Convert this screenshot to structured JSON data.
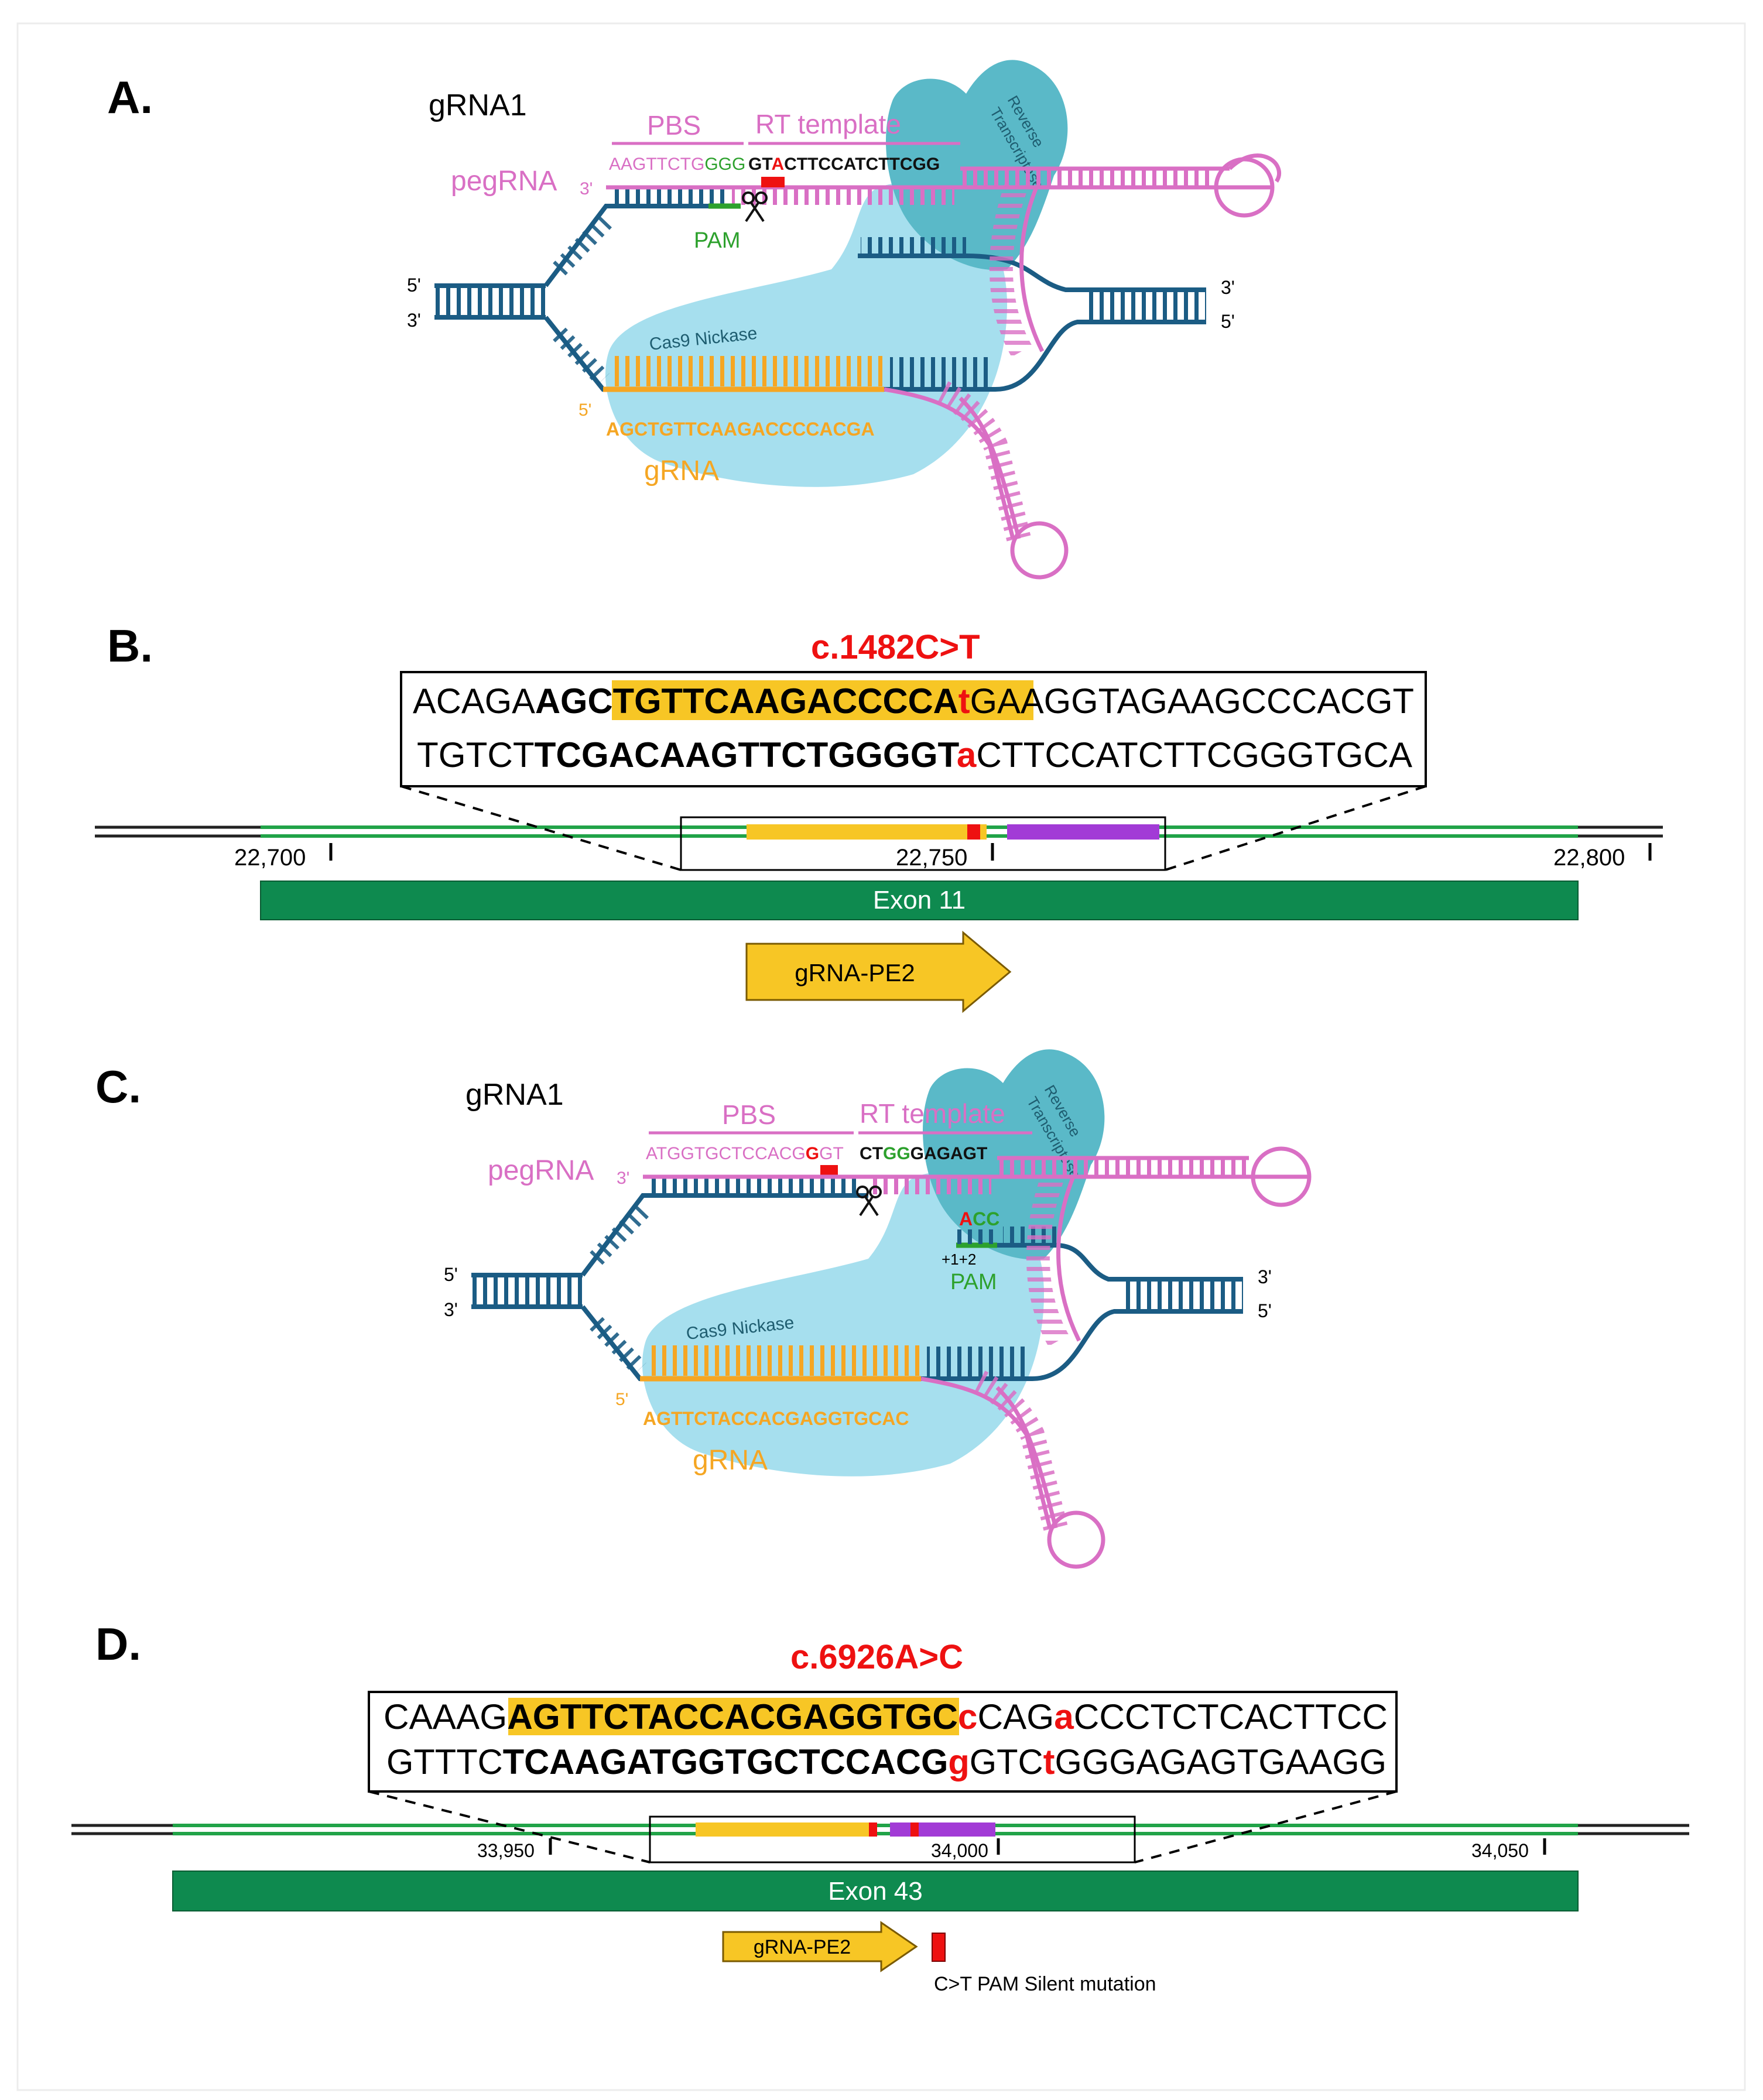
{
  "colors": {
    "dna": "#1b5c84",
    "peg": "#d96fc4",
    "cas": "#a6dfee",
    "rt": "#5ab9c8",
    "grna": "#f5a623",
    "pam": "#2da12d",
    "red": "#ee1111",
    "exon": "#0e8a4f",
    "yellow": "#f7c625",
    "purple": "#a23bd6"
  },
  "panel_a": {
    "panel_label": "A.",
    "guide_name": "gRNA1",
    "pbs_label": "PBS",
    "rt_template_label": "RT template",
    "pbs_seq": "AAGTTCTG",
    "pbs_seq_green": "GGG",
    "rt_seq_1": "GT",
    "rt_seq_red": "A",
    "rt_seq_2": "CTTCCATCTTCGG",
    "pegrna_label": "pegRNA",
    "three_prime": "3'",
    "five_prime": "5'",
    "pam_label": "PAM",
    "cas9_label": "Cas9 Nickase",
    "rt_label_1": "Reverse",
    "rt_label_2": "Transcriptase",
    "grna_seq": "AGCTGTTCAAGACCCCACGA",
    "grna_label": "gRNA"
  },
  "panel_b": {
    "panel_label": "B.",
    "mutation": "c.1482C>T",
    "top_pre": "ACAGA",
    "top_bold": "AGC",
    "top_hl": "TGTTCAAGACCCCA",
    "top_red": "t",
    "top_hl2": "GA",
    "top_post": "AGGTAGAAGCCCACGT",
    "bot_pre": "TGTCT",
    "bot_bold": "TCGACAAGTTCTGGGGT",
    "bot_red": "a",
    "bot_post": "CTTCCATCTTCGGGTGCA",
    "tick_1": "22,700",
    "tick_2": "22,750",
    "tick_3": "22,800",
    "exon_label": "Exon 11",
    "grna_arrow_label": "gRNA-PE2"
  },
  "panel_c": {
    "panel_label": "C.",
    "guide_name": "gRNA1",
    "pbs_label": "PBS",
    "rt_template_label": "RT template",
    "pbs_seq_1": "ATGGTGCTCCACG",
    "pbs_seq_red": "G",
    "pbs_seq_2": "GT",
    "rt_seq_1": "CT",
    "rt_seq_green": "GG",
    "rt_seq_2": "GAGAGT",
    "pegrna_label": "pegRNA",
    "three_prime": "3'",
    "five_prime": "5'",
    "pam_red": "A",
    "pam_green": "CC",
    "pam_pos": "+1+2",
    "pam_label": "PAM",
    "cas9_label": "Cas9 Nickase",
    "rt_label_1": "Reverse",
    "rt_label_2": "Transcriptase",
    "grna_seq": "AGTTCTACCACGAGGTGCAC",
    "grna_label": "gRNA"
  },
  "panel_d": {
    "panel_label": "D.",
    "mutation": "c.6926A>C",
    "top_pre": "CAAAG",
    "top_hl": "AGTTCTACCACGAGGTGC",
    "top_red1": "c",
    "top_mid": "CAG",
    "top_red2": "a",
    "top_post": "CCCTCTCACTTCC",
    "bot_pre": "GTTTC",
    "bot_bold": "TCAAGATGGTGCTCCACG",
    "bot_red1": "g",
    "bot_mid": "GTC",
    "bot_red2": "t",
    "bot_post": "GGGAGAGTGAAGG",
    "tick_1": "33,950",
    "tick_2": "34,000",
    "tick_3": "34,050",
    "exon_label": "Exon 43",
    "grna_arrow_label": "gRNA-PE2",
    "silent_label": "C>T PAM Silent mutation"
  }
}
